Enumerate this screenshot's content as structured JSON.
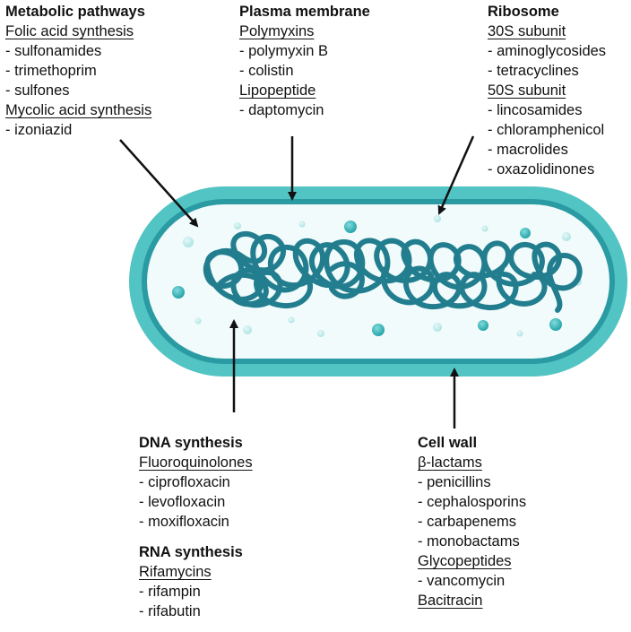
{
  "metabolic": {
    "title": "Metabolic pathways",
    "groups": [
      {
        "heading": "Folic acid synthesis",
        "items": [
          "- sulfonamides",
          "- trimethoprim",
          "- sulfones"
        ]
      },
      {
        "heading": "Mycolic acid synthesis",
        "items": [
          "- izoniazid"
        ]
      }
    ]
  },
  "membrane": {
    "title": "Plasma membrane",
    "groups": [
      {
        "heading": "Polymyxins",
        "items": [
          "- polymyxin B",
          "- colistin"
        ]
      },
      {
        "heading": "Lipopeptide",
        "items": [
          "- daptomycin"
        ]
      }
    ]
  },
  "ribosome": {
    "title": "Ribosome",
    "groups": [
      {
        "heading": "30S subunit",
        "items": [
          "- aminoglycosides",
          "- tetracyclines"
        ]
      },
      {
        "heading": "50S subunit",
        "items": [
          "- lincosamides",
          "- chloramphenicol",
          "- macrolides",
          "- oxazolidinones"
        ]
      }
    ]
  },
  "dna": {
    "title": "DNA synthesis",
    "groups": [
      {
        "heading": "Fluoroquinolones",
        "items": [
          "- ciprofloxacin",
          "- levofloxacin",
          "- moxifloxacin"
        ]
      }
    ]
  },
  "rna": {
    "title": "RNA synthesis",
    "groups": [
      {
        "heading": "Rifamycins",
        "items": [
          "- rifampin",
          "- rifabutin"
        ]
      }
    ]
  },
  "cellwall": {
    "title": "Cell wall",
    "groups": [
      {
        "heading": "β-lactams",
        "items": [
          "- penicillins",
          "- cephalosporins",
          "- carbapenems",
          "- monobactams"
        ]
      },
      {
        "heading": "Glycopeptides",
        "items": [
          "- vancomycin"
        ]
      },
      {
        "heading": "Bacitracin",
        "items": []
      }
    ]
  },
  "colors": {
    "cell_wall": "#52c4c3",
    "membrane": "#2a9aa3",
    "cytoplasm": "#f1fbfb",
    "dna": "#227e8e",
    "ribosome": "#2fb2b5",
    "arrow": "#111111"
  }
}
